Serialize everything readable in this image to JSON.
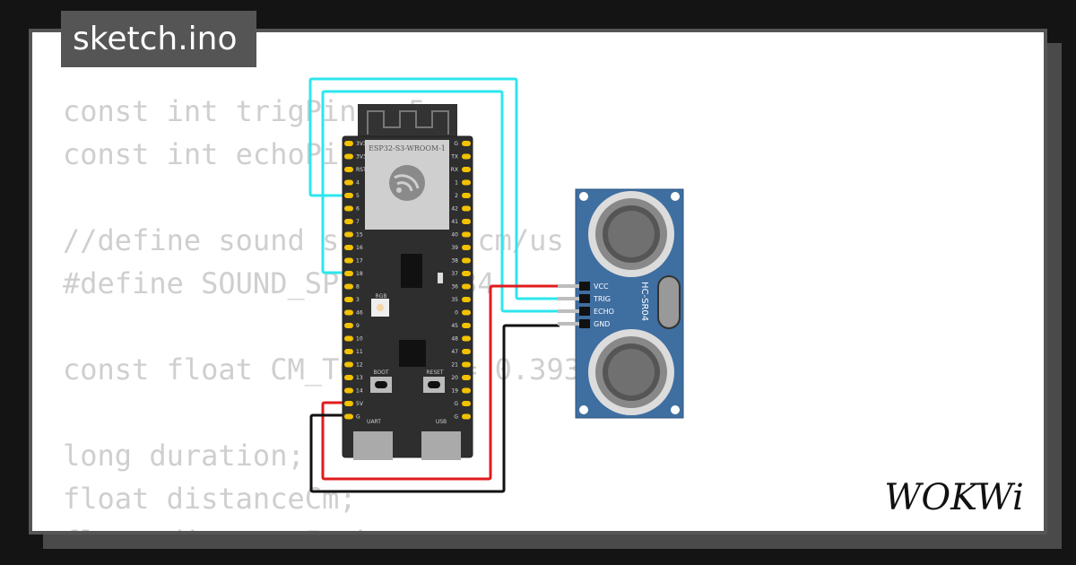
{
  "filename": "sketch.ino",
  "code_lines": [
    "const int trigPin = 5;",
    "const int echoPin = 18;",
    "",
    "//define sound speed in cm/us",
    "#define SOUND_SPEED 0.034",
    "",
    "const float CM_TO_INCH = 0.393701;",
    "",
    "long duration;",
    "float distanceCm;",
    "float distanceInch;"
  ],
  "board": {
    "label": "ESP32-S3-WROOM-1",
    "left_pins": [
      "3V3",
      "3V3",
      "RST",
      "4",
      "5",
      "6",
      "7",
      "15",
      "16",
      "17",
      "18",
      "8",
      "3",
      "46",
      "9",
      "10",
      "11",
      "12",
      "13",
      "14",
      "5V",
      "G"
    ],
    "right_pins": [
      "G",
      "TX",
      "RX",
      "1",
      "2",
      "42",
      "41",
      "40",
      "39",
      "38",
      "37",
      "36",
      "35",
      "0",
      "45",
      "48",
      "47",
      "21",
      "20",
      "19",
      "G",
      "G"
    ],
    "rgb_label": "RGB",
    "boot_label": "BOOT",
    "reset_label": "RESET",
    "uart_label": "UART",
    "usb_label": "USB"
  },
  "sensor": {
    "name": "HC-SR04",
    "pins": [
      "VCC",
      "TRIG",
      "ECHO",
      "GND"
    ]
  },
  "brand": "WOKWi",
  "colors": {
    "wire_signal": "#2de6ee",
    "wire_power": "#e01b1b",
    "wire_ground": "#111111",
    "board": "#2e2e2e",
    "sensor": "#3f6ea0",
    "pin_gold": "#f2c200"
  }
}
